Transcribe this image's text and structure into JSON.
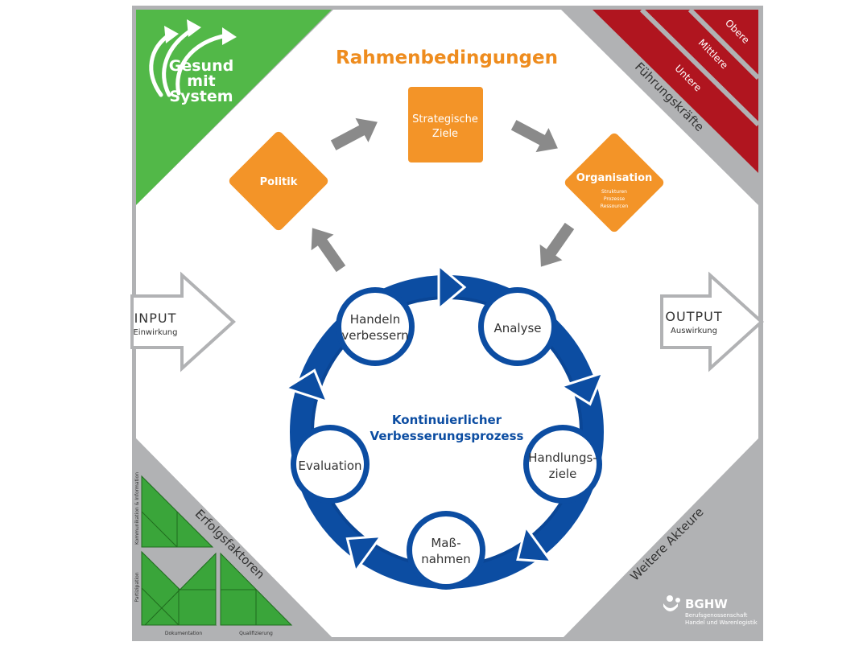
{
  "colors": {
    "gray_frame": "#b1b2b4",
    "gray_arrow": "#8a8a8a",
    "green": "#52b848",
    "green_dark": "#2f8b2c",
    "red": "#b0151f",
    "orange": "#f39428",
    "orange_title": "#ee8c1e",
    "blue": "#0c4da2",
    "blue_dark": "#083a80",
    "text_dark": "#333333",
    "white": "#ffffff"
  },
  "logo": {
    "icon": "three-arrows-icon",
    "line1": "Gesund",
    "line2": "mit",
    "line3": "System"
  },
  "title": "Rahmenbedingungen",
  "leaders": {
    "label": "Führungskräfte",
    "levels": [
      "Obere",
      "Mittlere",
      "Untere"
    ]
  },
  "framework_nodes": {
    "politik": "Politik",
    "ziele_line1": "Strategische",
    "ziele_line2": "Ziele",
    "organisation": "Organisation",
    "organisation_sub": [
      "Strukturen",
      "Prozesse",
      "Ressourcen"
    ]
  },
  "input": {
    "title": "INPUT",
    "subtitle": "Einwirkung"
  },
  "output": {
    "title": "OUTPUT",
    "subtitle": "Auswirkung"
  },
  "cycle": {
    "center_line1": "Kontinuierlicher",
    "center_line2": "Verbesserungsprozess",
    "steps": [
      {
        "line1": "Analyse",
        "line2": ""
      },
      {
        "line1": "Handlungs-",
        "line2": "ziele"
      },
      {
        "line1": "Maß-",
        "line2": "nahmen"
      },
      {
        "line1": "Evaluation",
        "line2": ""
      },
      {
        "line1": "Handeln",
        "line2": "verbessern"
      }
    ]
  },
  "success_factors": {
    "label": "Erfolgsfaktoren",
    "items": [
      "Kommunikation & Information",
      "Partizipation",
      "Dokumentation",
      "Qualifizierung"
    ]
  },
  "other_actors": {
    "label": "Weitere Akteure"
  },
  "bghw": {
    "icon": "bghw-logo-icon",
    "name": "BGHW",
    "line1": "Berufsgenossenschaft",
    "line2": "Handel und Warenlogistik"
  }
}
